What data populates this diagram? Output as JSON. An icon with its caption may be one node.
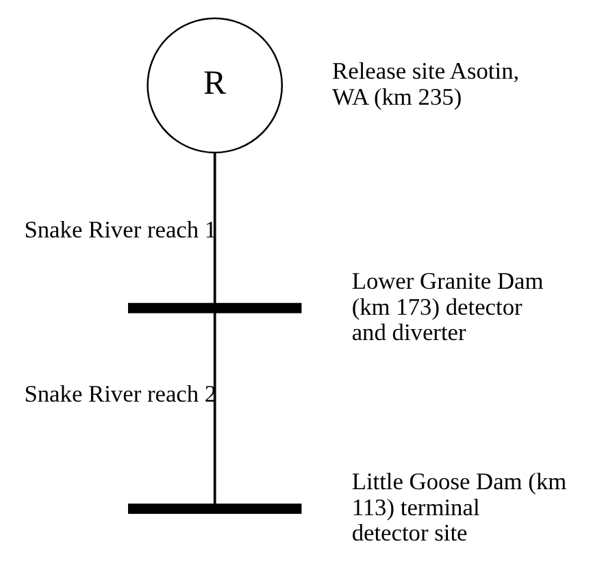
{
  "diagram": {
    "nodes": [
      {
        "text": [
          "R"
        ],
        "beside": [
          "Release site Asotin, WA (km 235)"
        ]
      },
      {
        "text": [],
        "shape": "bar",
        "beside": [
          "Lower Granite Dam (km 173) detector and diverter"
        ]
      },
      {
        "text": [],
        "shape": "bar",
        "beside": [
          "Little Goose Dam (km 113) terminal detector site"
        ]
      }
    ],
    "edges": [
      {
        "from": 0,
        "to": 1,
        "arrow": "none",
        "label": "Snake River reach 1"
      },
      {
        "from": 1,
        "to": 2,
        "arrow": "none",
        "label": "Snake River reach 2"
      }
    ]
  }
}
